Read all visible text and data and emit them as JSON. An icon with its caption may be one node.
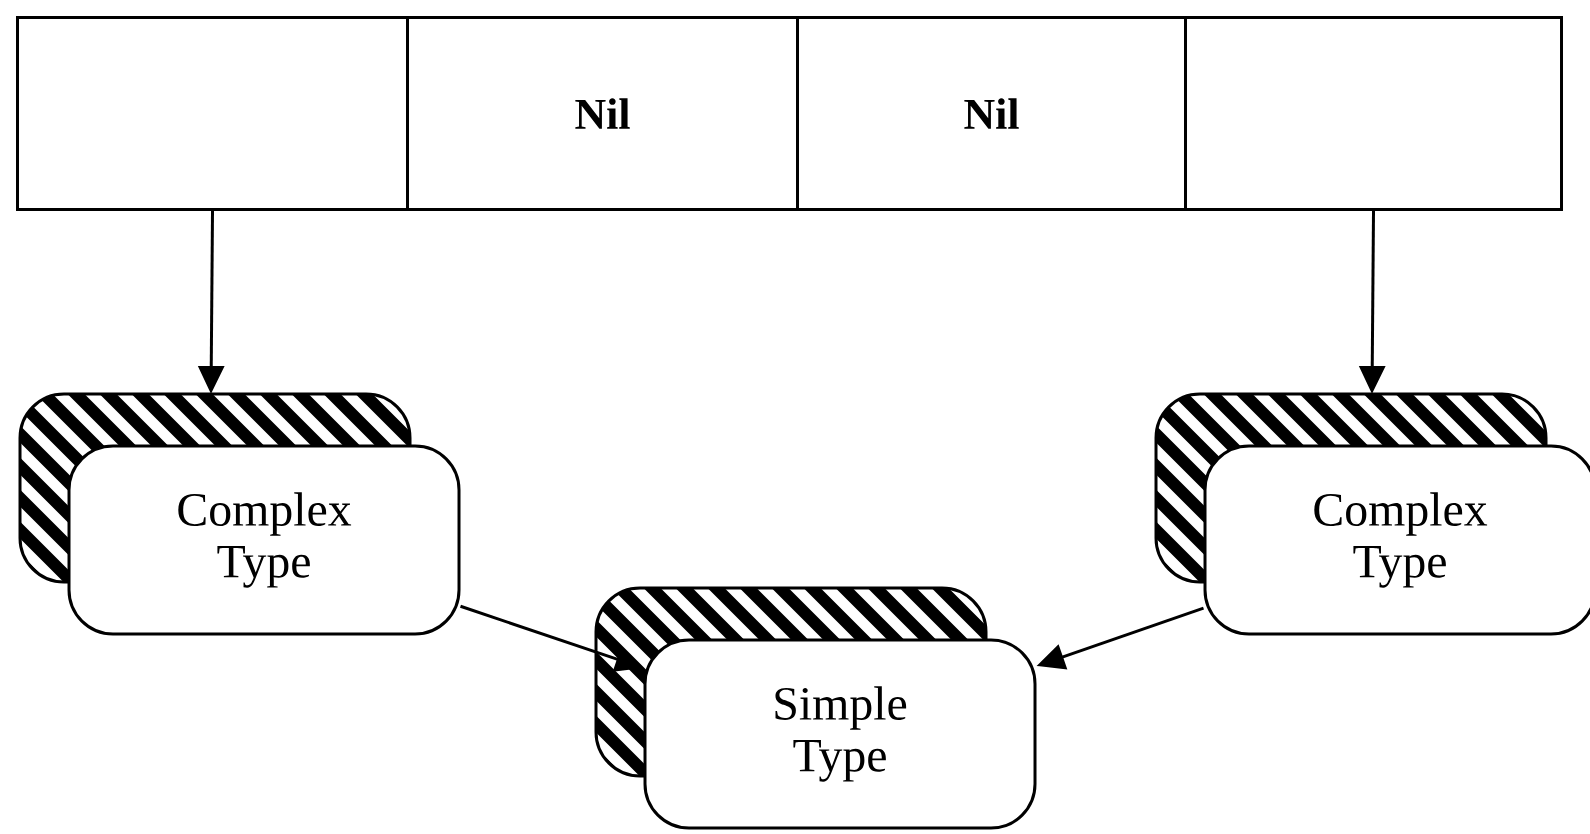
{
  "diagram": {
    "nodes": [
      {
        "text": [],
        "shape": "box"
      },
      {
        "text": [
          "Nil"
        ]
      },
      {
        "text": [
          "Nil"
        ]
      },
      {
        "text": [],
        "shape": "box"
      },
      {
        "text": [
          "Complex Type"
        ]
      },
      {
        "text": [
          "Complex Type"
        ]
      },
      {
        "text": [
          "Simple Type"
        ]
      }
    ],
    "edges": [
      {
        "from": 0,
        "to": 4,
        "arrow": "to"
      },
      {
        "from": 3,
        "to": 5,
        "arrow": "to"
      },
      {
        "from": 4,
        "to": 6,
        "arrow": "to"
      },
      {
        "from": 5,
        "to": 6,
        "arrow": "to"
      }
    ]
  }
}
